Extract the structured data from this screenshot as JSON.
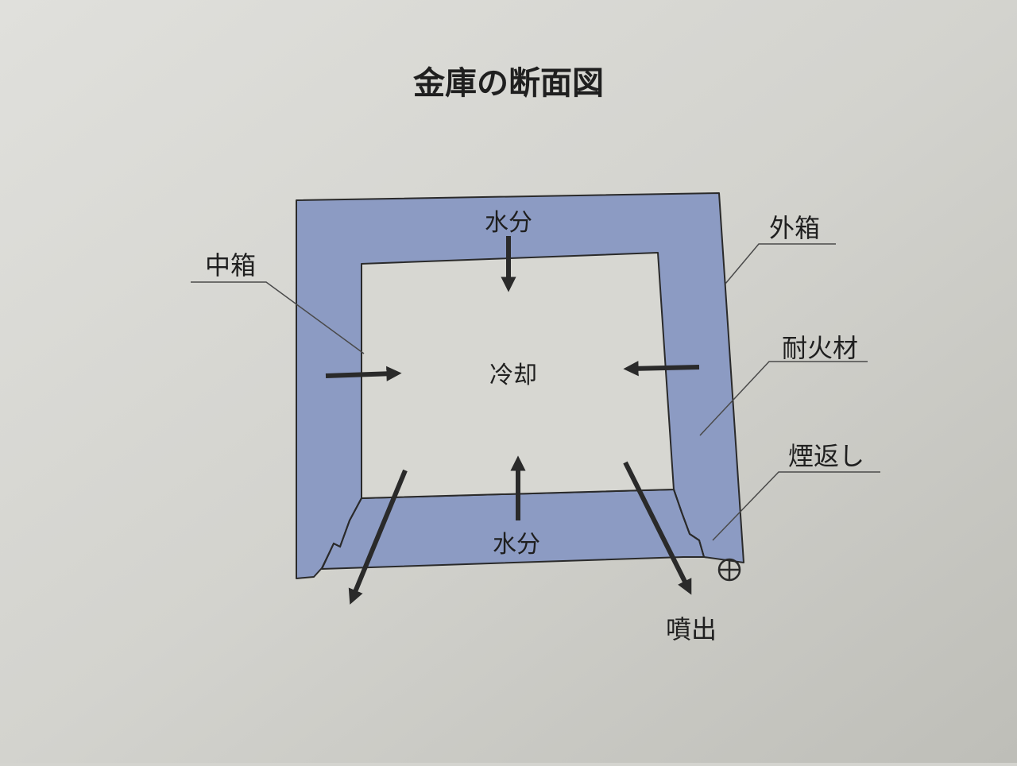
{
  "title": "金庫の断面図",
  "labels": {
    "outer_box": "外箱",
    "inner_box": "中箱",
    "fireproof_material": "耐火材",
    "smoke_seal": "煙返し",
    "moisture_top": "水分",
    "moisture_bottom": "水分",
    "cooling": "冷却",
    "ejection": "噴出"
  },
  "colors": {
    "paper": "#d4d4cf",
    "fireproof_fill": "#8c9bc3",
    "inner_fill": "#d7d7d2",
    "line": "#2a2a2a",
    "text": "#1f1f1f"
  },
  "icons": {
    "hinge": "circle-cross-icon",
    "arrows": "arrow-icon"
  }
}
